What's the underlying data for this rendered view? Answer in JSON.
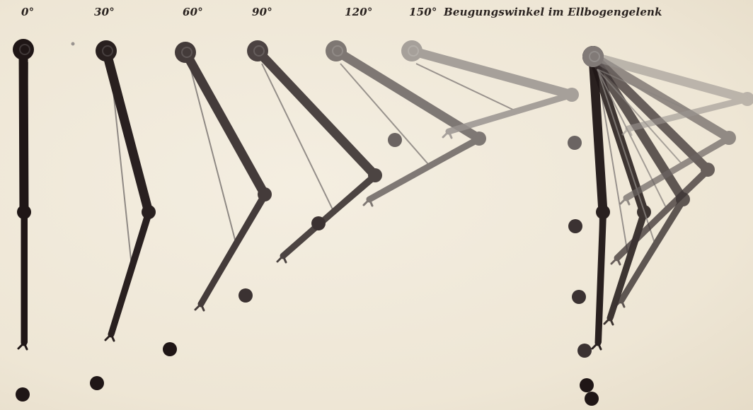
{
  "labels": {
    "a0": "0°",
    "a30": "30°",
    "a60": "60°",
    "a90": "90°",
    "a120": "120°",
    "a150": "150°",
    "caption": "Beugungswinkel im Ellbogengelenk"
  },
  "colors": {
    "paper": "#f1eadb",
    "bone_dark": "#1f1616",
    "bone_mid": "#3b3232",
    "bone_light": "#6b6462",
    "bone_faint": "#9a9490",
    "tendon": "#8a8480"
  }
}
